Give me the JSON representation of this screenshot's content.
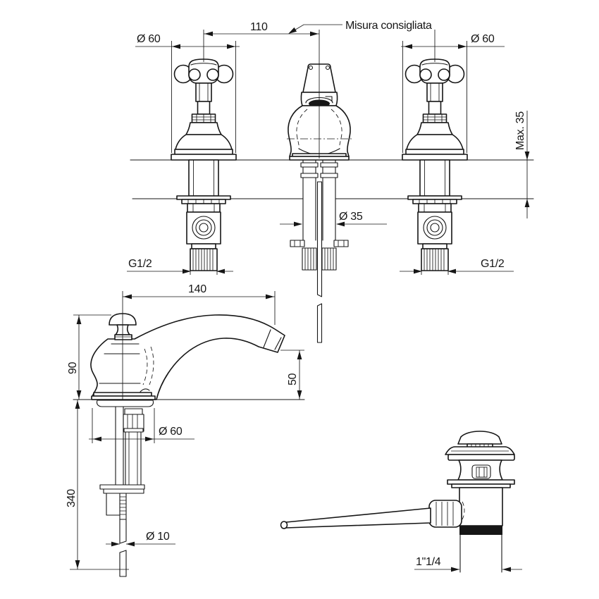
{
  "drawing": {
    "colors": {
      "line": "#161616",
      "background": "#ffffff"
    },
    "note": {
      "leader_label": "Misura consigliata"
    },
    "front_view": {
      "dims": {
        "handle_spacing": "110",
        "left_handle_dia": "Ø 60",
        "right_handle_dia": "Ø 60",
        "max_deck_thickness": "Max. 35",
        "center_hole_dia": "Ø 35",
        "left_thread": "G1/2",
        "right_thread": "G1/2"
      }
    },
    "side_view": {
      "dims": {
        "spout_reach": "140",
        "spout_height": "90",
        "outlet_height": "50",
        "base_dia": "Ø 60",
        "below_deck_length": "340",
        "rod_dia": "Ø 10"
      }
    },
    "waste_view": {
      "dims": {
        "drain_thread": "1\"1/4"
      }
    }
  }
}
